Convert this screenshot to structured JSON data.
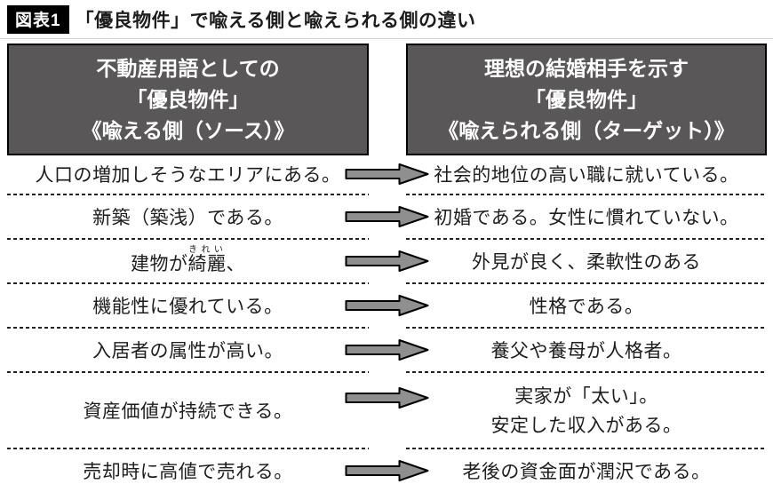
{
  "colors": {
    "header_bg": "#595757",
    "arrow_fill": "#8f8f8f",
    "arrow_stroke": "#000000",
    "separator": "#222222",
    "badge_bg": "#000000",
    "badge_text": "#ffffff"
  },
  "title": {
    "badge": "図表1",
    "text": "「優良物件」で喩える側と喩えられる側の違い"
  },
  "headers": {
    "left": {
      "lines": [
        "不動産用語としての",
        "「優良物件」",
        "《喩える側（ソース）》"
      ]
    },
    "right": {
      "lines": [
        "理想の結婚相手を示す",
        "「優良物件」",
        "《喩えられる側（ターゲット）》"
      ]
    }
  },
  "rows": [
    {
      "left": "人口の増加しそうなエリアにある。",
      "right": [
        "社会的地位の高い職に就いている。"
      ]
    },
    {
      "left": "新築（築浅）である。",
      "right": [
        "初婚である。女性に慣れていない。"
      ]
    },
    {
      "left": "建物が綺麗、",
      "left_ruby": {
        "base": "綺麗",
        "reading": "きれい"
      },
      "right": [
        "外見が良く、柔軟性のある"
      ]
    },
    {
      "left": "機能性に優れている。",
      "right": [
        "性格である。"
      ]
    },
    {
      "left": "入居者の属性が高い。",
      "right": [
        "養父や養母が人格者。"
      ]
    },
    {
      "left": "資産価値が持続できる。",
      "right": [
        "実家が「太い」。",
        "安定した収入がある。"
      ]
    },
    {
      "left": "売却時に高値で売れる。",
      "right": [
        "老後の資金面が潤沢である。"
      ]
    }
  ]
}
